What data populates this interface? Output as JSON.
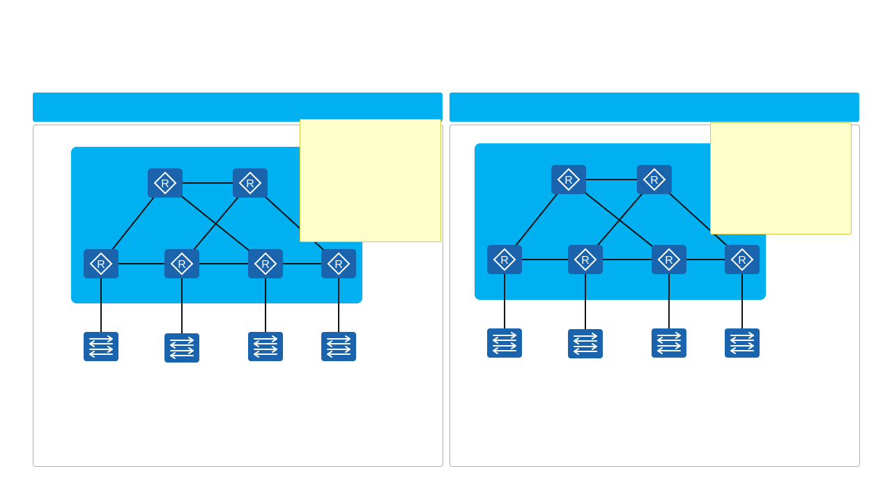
{
  "panels": [
    {
      "title": "",
      "note": "",
      "routers": [
        {
          "id": "core-1",
          "label": "R"
        },
        {
          "id": "core-2",
          "label": "R"
        },
        {
          "id": "agg-1",
          "label": "R"
        },
        {
          "id": "agg-2",
          "label": "R"
        },
        {
          "id": "agg-3",
          "label": "R"
        },
        {
          "id": "agg-4",
          "label": "R"
        }
      ],
      "switches": [
        {
          "id": "sw-1"
        },
        {
          "id": "sw-2"
        },
        {
          "id": "sw-3"
        },
        {
          "id": "sw-4"
        }
      ],
      "links": [
        [
          "core-1",
          "core-2"
        ],
        [
          "core-1",
          "agg-1"
        ],
        [
          "core-1",
          "agg-3"
        ],
        [
          "core-2",
          "agg-2"
        ],
        [
          "core-2",
          "agg-4"
        ],
        [
          "agg-1",
          "agg-2"
        ],
        [
          "agg-2",
          "agg-3"
        ],
        [
          "agg-3",
          "agg-4"
        ],
        [
          "agg-1",
          "sw-1"
        ],
        [
          "agg-2",
          "sw-2"
        ],
        [
          "agg-3",
          "sw-3"
        ],
        [
          "agg-4",
          "sw-4"
        ]
      ]
    },
    {
      "title": "",
      "note": "",
      "routers": [
        {
          "id": "core-1",
          "label": "R"
        },
        {
          "id": "core-2",
          "label": "R"
        },
        {
          "id": "agg-1",
          "label": "R"
        },
        {
          "id": "agg-2",
          "label": "R"
        },
        {
          "id": "agg-3",
          "label": "R"
        },
        {
          "id": "agg-4",
          "label": "R"
        }
      ],
      "switches": [
        {
          "id": "sw-1"
        },
        {
          "id": "sw-2"
        },
        {
          "id": "sw-3"
        },
        {
          "id": "sw-4"
        }
      ],
      "links": [
        [
          "core-1",
          "core-2"
        ],
        [
          "core-1",
          "agg-1"
        ],
        [
          "core-1",
          "agg-3"
        ],
        [
          "core-2",
          "agg-2"
        ],
        [
          "core-2",
          "agg-4"
        ],
        [
          "agg-1",
          "agg-2"
        ],
        [
          "agg-2",
          "agg-3"
        ],
        [
          "agg-3",
          "agg-4"
        ],
        [
          "agg-1",
          "sw-1"
        ],
        [
          "agg-2",
          "sw-2"
        ],
        [
          "agg-3",
          "sw-3"
        ],
        [
          "agg-4",
          "sw-4"
        ]
      ]
    }
  ],
  "colors": {
    "header": "#00b0f0",
    "cloud": "#00b0f0",
    "device": "#1a63ad",
    "device_icon": "#ffffff",
    "link": "#111111",
    "note_fill": "#ffffcc",
    "note_border": "#d8c84a"
  },
  "icons": {
    "router": "router-icon",
    "switch": "switch-icon"
  }
}
